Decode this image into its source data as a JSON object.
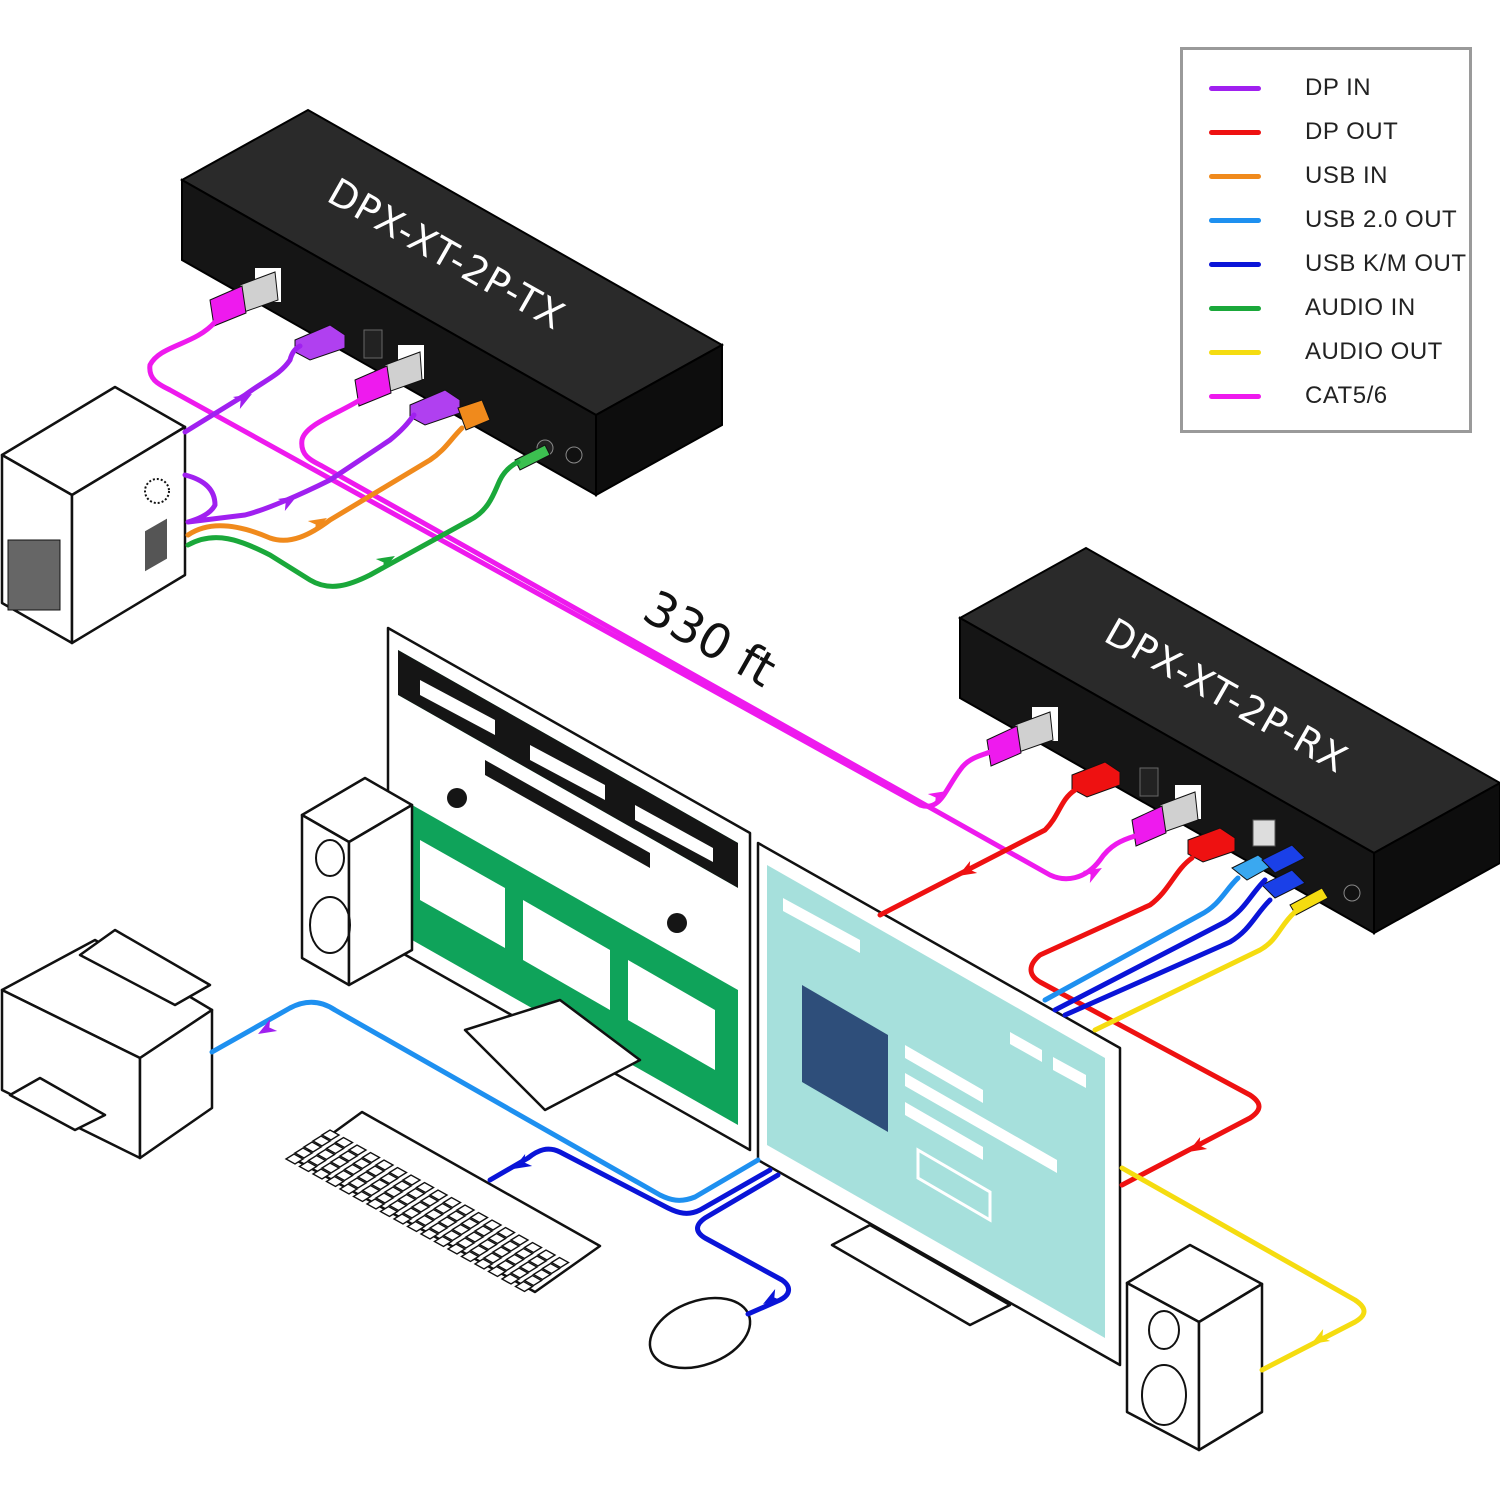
{
  "legend": {
    "items": [
      {
        "label": "DP IN",
        "color": "#a020f0"
      },
      {
        "label": "DP OUT",
        "color": "#ee1111"
      },
      {
        "label": "USB IN",
        "color": "#f08a1c"
      },
      {
        "label": "USB 2.0 OUT",
        "color": "#1e90f0"
      },
      {
        "label": "USB K/M OUT",
        "color": "#0a14d8"
      },
      {
        "label": "AUDIO IN",
        "color": "#1aa83a"
      },
      {
        "label": "AUDIO OUT",
        "color": "#f5dc10"
      },
      {
        "label": "CAT5/6",
        "color": "#ee1aee"
      }
    ]
  },
  "devices": {
    "transmitter": {
      "label": "DPX-XT-2P-TX"
    },
    "receiver": {
      "label": "DPX-XT-2P-RX"
    }
  },
  "distance_label": "330 ft",
  "colors": {
    "unit_body": "#151515",
    "unit_top": "#2a2a2a",
    "left_screen_green": "#0fa35a",
    "left_screen_text": "#a8f0b0",
    "right_screen_bg": "#a6e0dc",
    "right_screen_block": "#2e4e7a"
  }
}
